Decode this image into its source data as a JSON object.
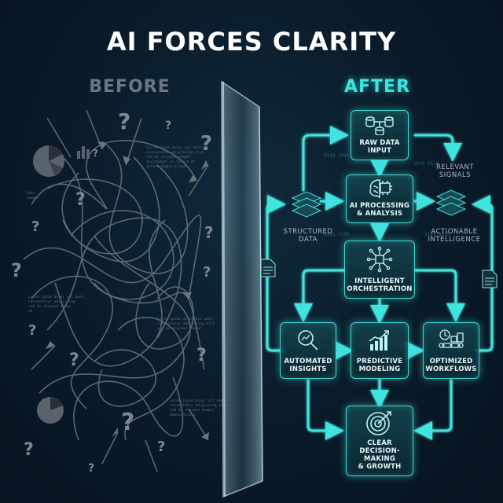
{
  "title": "AI FORCES CLARITY",
  "before_label": "BEFORE",
  "after_label": "AFTER",
  "nodes": {
    "raw_data": "RAW DATA\nINPUT",
    "ai_processing": "AI PROCESSING\n& ANALYSIS",
    "orchestration": "INTELLIGENT\nORCHESTRATION",
    "insights": "AUTOMATED\nINSIGHTS",
    "predictive": "PREDICTIVE\nMODELING",
    "workflows": "OPTIMIZED\nWORKFLOWS",
    "decision": "CLEAR\nDECISION-MAKING\n& GROWTH"
  },
  "side_labels": {
    "relevant": "RELEVANT\nSIGNALS",
    "structured": "STRUCTURED\nDATA",
    "actionable": "ACTIONABLE\nINTELLIGENCE"
  },
  "before_notes": {
    "note1": "Lorem ipsum dolor sit amet,\nconsectetur adipiscing elit,\nsed do eiusmod tempor\nincididunt ut labore et\ndolore magna aliqua.",
    "note2": "Data\nnumber",
    "note3": "Lorem ipsum dolor sit amet,\nconsectetur adipiscing\nsed do eiusmod tempor\nut",
    "note4": "Lorem ipsum dolor sit amet,\nconsectetur adipiscing elit\nsed do eiusmod tempor",
    "note5": "Lorem ipsum dolor sit amet,\nconsectetur adipiscing elit,\nsed do eiusmod tempor\nmagna aliqua."
  },
  "colors": {
    "accent": "#3fe3de",
    "before_gray": "#6b7682",
    "background": "#0a1a28"
  },
  "icons": {
    "raw_data": "database-icon",
    "ai_processing": "brain-chip-icon",
    "orchestration": "chip-network-icon",
    "insights": "magnifier-chart-icon",
    "predictive": "bar-chart-icon",
    "workflows": "conveyor-icon",
    "decision": "target-icon"
  }
}
